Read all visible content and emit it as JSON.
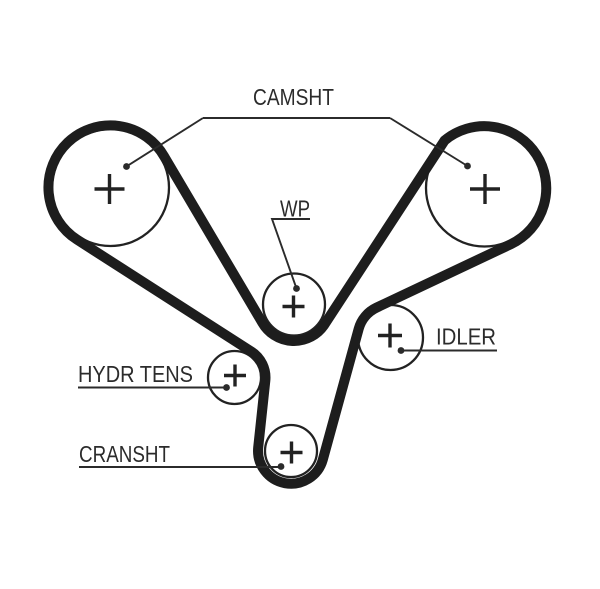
{
  "diagram": {
    "type": "timing-belt-routing",
    "labels": {
      "camshaft": "CAMSHT",
      "water_pump": "WP",
      "idler": "IDLER",
      "hydraulic_tensioner": "HYDR TENS",
      "crankshaft": "CRANSHT"
    },
    "pulleys": [
      {
        "id": "camshaft-left",
        "label": "CAMSHT",
        "marker": "plus-cross-icon"
      },
      {
        "id": "camshaft-right",
        "label": "CAMSHT",
        "marker": "plus-cross-icon"
      },
      {
        "id": "water-pump",
        "label": "WP",
        "marker": "plus-cross-icon"
      },
      {
        "id": "idler",
        "label": "IDLER",
        "marker": "plus-cross-icon"
      },
      {
        "id": "hydraulic-tensioner",
        "label": "HYDR TENS",
        "marker": "plus-cross-icon"
      },
      {
        "id": "crankshaft",
        "label": "CRANSHT",
        "marker": "plus-cross-icon"
      }
    ],
    "colors": {
      "background": "#ffffff",
      "belt": "#1d1d1d",
      "outline": "#222222",
      "text": "#2b2b2b"
    }
  }
}
